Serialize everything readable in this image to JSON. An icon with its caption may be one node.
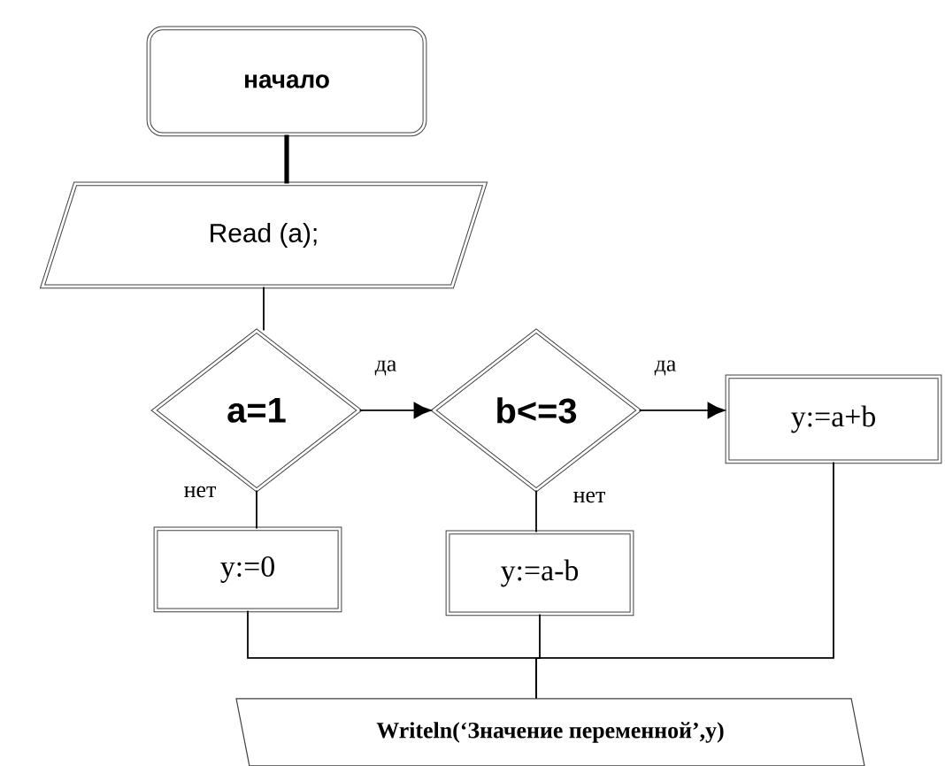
{
  "diagram": {
    "nodes": [
      {
        "text": [
          "начало"
        ]
      },
      {
        "text": [
          "Read (a);"
        ]
      },
      {
        "text": [
          "a=1"
        ]
      },
      {
        "text": [
          "b<=3"
        ]
      },
      {
        "text": [
          "y:=a+b"
        ]
      },
      {
        "text": [
          "y:=0"
        ]
      },
      {
        "text": [
          "y:=a-b"
        ]
      },
      {
        "text": [
          "Writeln(‘Значение переменной’,y)"
        ]
      }
    ],
    "edges": [
      {
        "from": 0,
        "to": 1,
        "arrow": "none",
        "style": "thick"
      },
      {
        "from": 1,
        "to": 2,
        "arrow": "none"
      },
      {
        "from": 2,
        "to": 3,
        "arrow": "to",
        "label": "да"
      },
      {
        "from": 3,
        "to": 4,
        "arrow": "to",
        "label": "да"
      },
      {
        "from": 2,
        "to": 5,
        "arrow": "none",
        "label": "нет"
      },
      {
        "from": 3,
        "to": 6,
        "arrow": "none",
        "label": "нет"
      },
      {
        "from": 5,
        "to": 7,
        "arrow": "none"
      },
      {
        "from": 6,
        "to": 7,
        "arrow": "none"
      },
      {
        "from": 4,
        "to": 7,
        "arrow": "none"
      }
    ]
  }
}
